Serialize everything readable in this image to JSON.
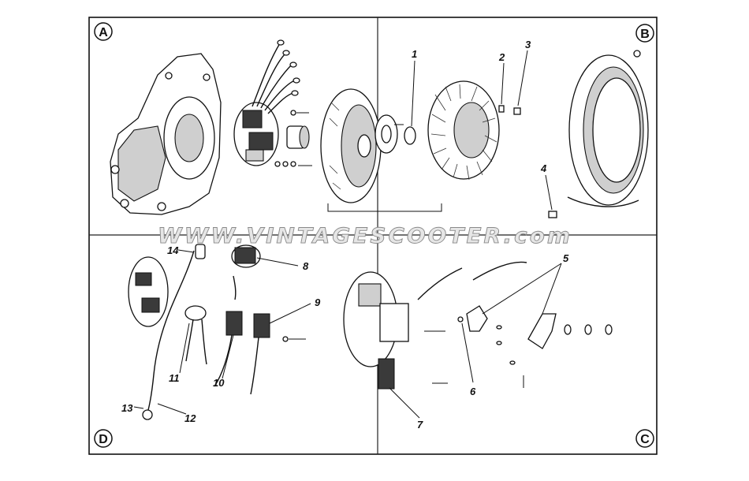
{
  "quadrants": {
    "A": "A",
    "B": "B",
    "C": "C",
    "D": "D"
  },
  "callouts": {
    "n1": "1",
    "n2": "2",
    "n3": "3",
    "n4": "4",
    "n5": "5",
    "n6": "6",
    "n7": "7",
    "n8": "8",
    "n9": "9",
    "n10": "10",
    "n11": "11",
    "n12": "12",
    "n13": "13",
    "n14": "14"
  },
  "watermark": "WWW.VINTAGESCOOTER.com"
}
